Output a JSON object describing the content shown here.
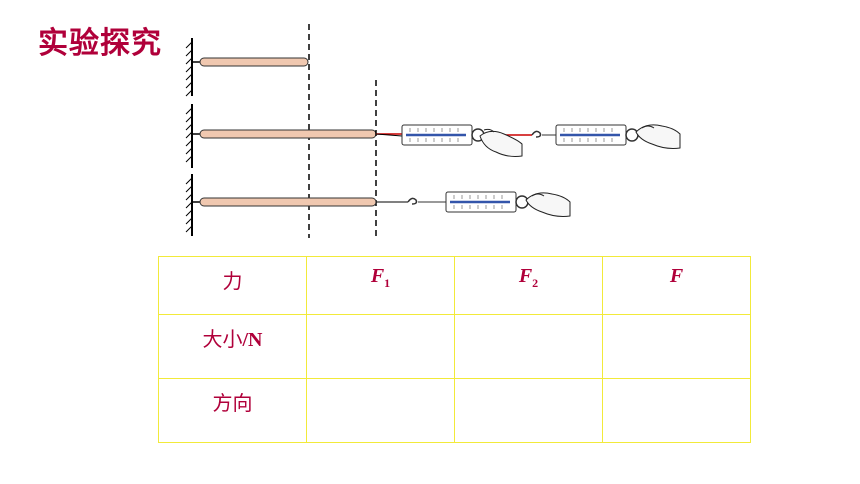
{
  "title": "实验探究",
  "table": {
    "header": {
      "col1": "力",
      "col2_symbol": "F",
      "col2_sub": "1",
      "col3_symbol": "F",
      "col3_sub": "2",
      "col4_symbol": "F"
    },
    "rows": [
      {
        "label": "大小",
        "unit": "/N"
      },
      {
        "label": "方向"
      }
    ]
  },
  "colors": {
    "title": "#b0003a",
    "table_border": "#f2ea3a",
    "rod": "#f0c8b0",
    "string": "#cc0000"
  }
}
